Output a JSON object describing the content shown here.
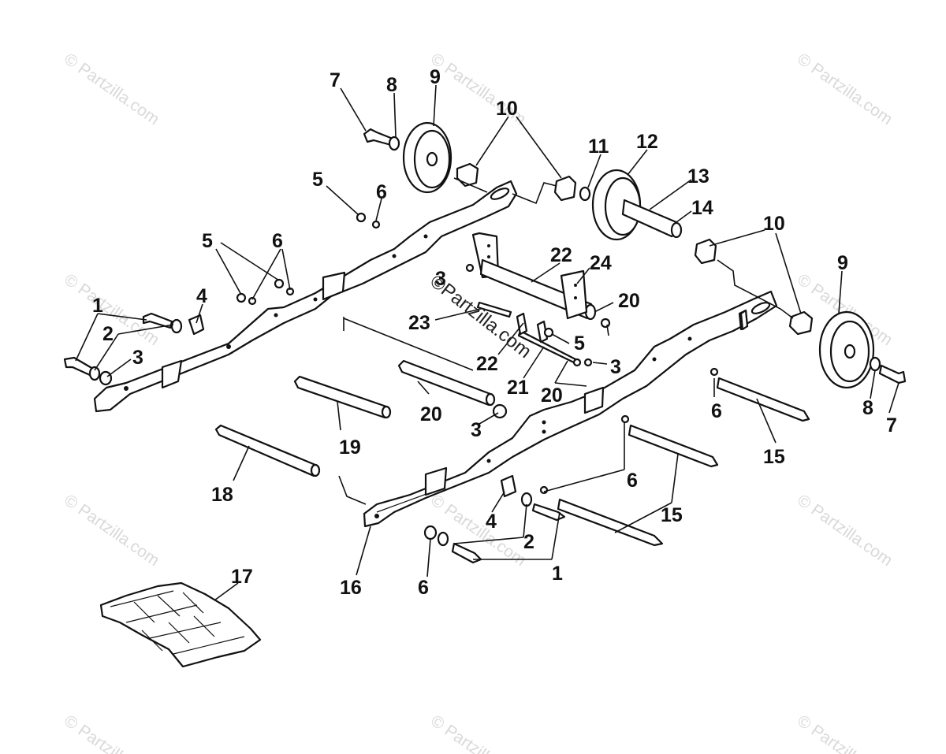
{
  "diagram": {
    "watermark_text": "© Partzilla.com",
    "center_watermark_text": "©Partzilla.com",
    "callouts": [
      {
        "id": "c7a",
        "text": "7"
      },
      {
        "id": "c8a",
        "text": "8"
      },
      {
        "id": "c9a",
        "text": "9"
      },
      {
        "id": "c10a",
        "text": "10"
      },
      {
        "id": "c11",
        "text": "11"
      },
      {
        "id": "c12",
        "text": "12"
      },
      {
        "id": "c13",
        "text": "13"
      },
      {
        "id": "c14",
        "text": "14"
      },
      {
        "id": "c5a",
        "text": "5"
      },
      {
        "id": "c6a",
        "text": "6"
      },
      {
        "id": "c10b",
        "text": "10"
      },
      {
        "id": "c9b",
        "text": "9"
      },
      {
        "id": "c5b",
        "text": "5"
      },
      {
        "id": "c6b",
        "text": "6"
      },
      {
        "id": "c22a",
        "text": "22"
      },
      {
        "id": "c24",
        "text": "24"
      },
      {
        "id": "c4a",
        "text": "4"
      },
      {
        "id": "c1a",
        "text": "1"
      },
      {
        "id": "c3a",
        "text": "3"
      },
      {
        "id": "c20a",
        "text": "20"
      },
      {
        "id": "c2a",
        "text": "2"
      },
      {
        "id": "c23",
        "text": "23"
      },
      {
        "id": "c3b",
        "text": "3"
      },
      {
        "id": "c5c",
        "text": "5"
      },
      {
        "id": "c3c",
        "text": "3"
      },
      {
        "id": "c22b",
        "text": "22"
      },
      {
        "id": "c21",
        "text": "21"
      },
      {
        "id": "c20b",
        "text": "20"
      },
      {
        "id": "c20c",
        "text": "20"
      },
      {
        "id": "c3d",
        "text": "3"
      },
      {
        "id": "c6c",
        "text": "6"
      },
      {
        "id": "c8b",
        "text": "8"
      },
      {
        "id": "c7b",
        "text": "7"
      },
      {
        "id": "c19",
        "text": "19"
      },
      {
        "id": "c15a",
        "text": "15"
      },
      {
        "id": "c18",
        "text": "18"
      },
      {
        "id": "c6d",
        "text": "6"
      },
      {
        "id": "c15b",
        "text": "15"
      },
      {
        "id": "c4b",
        "text": "4"
      },
      {
        "id": "c2b",
        "text": "2"
      },
      {
        "id": "c1b",
        "text": "1"
      },
      {
        "id": "c17",
        "text": "17"
      },
      {
        "id": "c16",
        "text": "16"
      },
      {
        "id": "c6e",
        "text": "6"
      }
    ]
  }
}
